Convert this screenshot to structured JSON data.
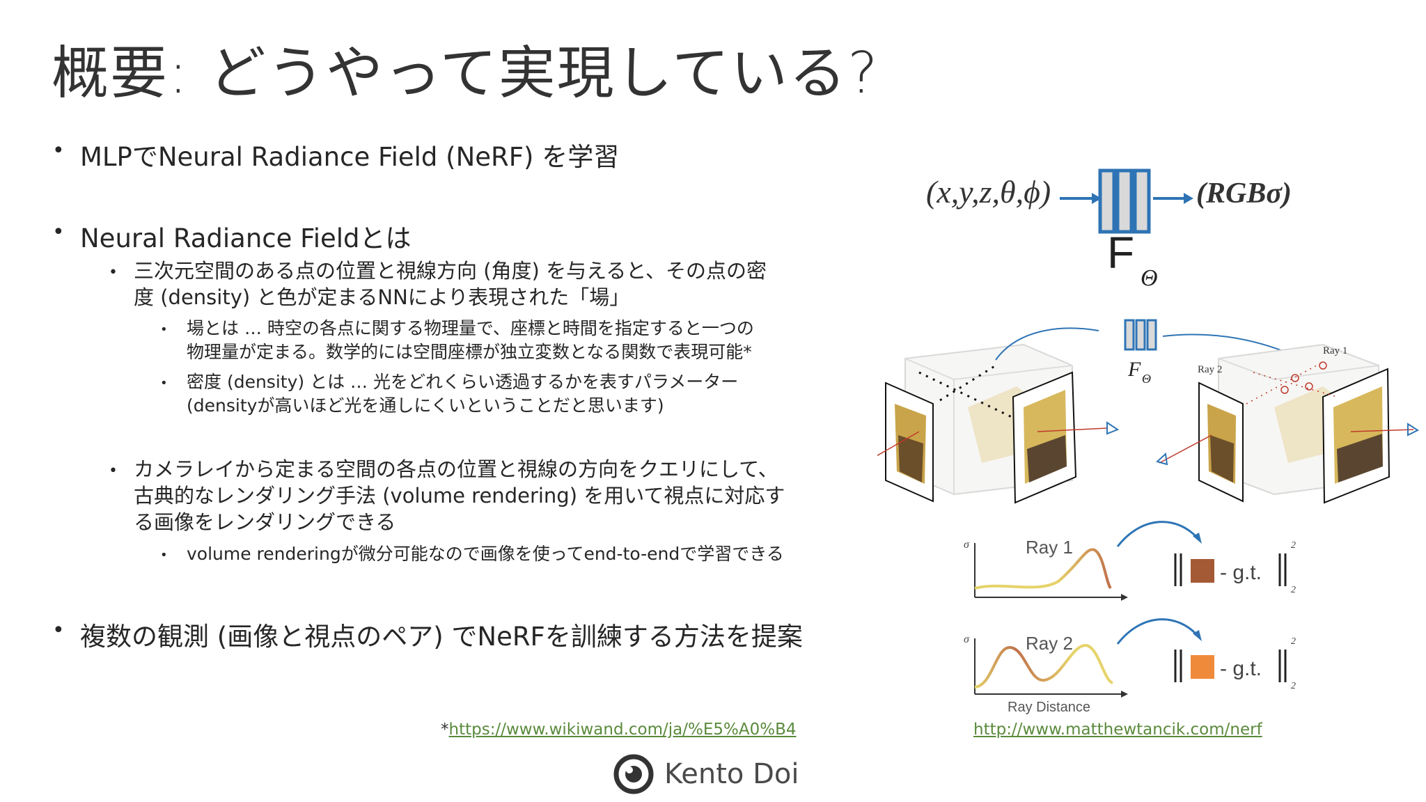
{
  "title": "概要: どうやって実現している?",
  "bullets": {
    "b1": "MLPでNeural Radiance Field (NeRF) を学習",
    "b2": "Neural Radiance Fieldとは",
    "b2_1_line1": "三次元空間のある点の位置と視線方向 (角度) を与えると、その点の密",
    "b2_1_line2": "度 (density) と色が定まるNNにより表現された「場」",
    "b2_1_1_line1": "場とは … 時空の各点に関する物理量で、座標と時間を指定すると一つの",
    "b2_1_1_line2": "物理量が定まる。数学的には空間座標が独立変数となる関数で表現可能*",
    "b2_1_2_line1": "密度 (density) とは … 光をどれくらい透過するかを表すパラメーター",
    "b2_1_2_line2": "(densityが高いほど光を通しにくいということだと思います)",
    "b2_2_line1": "カメラレイから定まる空間の各点の位置と視線の方向をクエリにして、",
    "b2_2_line2": "古典的なレンダリング手法 (volume rendering) を用いて視点に対応す",
    "b2_2_line3": "る画像をレンダリングできる",
    "b2_2_1": "volume renderingが微分可能なので画像を使ってend-to-endで学習できる",
    "b3": "複数の観測 (画像と視点のペア) でNeRFを訓練する方法を提案"
  },
  "footnote": {
    "star": "*",
    "url": "https://www.wikiwand.com/ja/%E5%A0%B4"
  },
  "figure": {
    "input": "(x,y,z,θ,ϕ)",
    "output": "(RGBσ)",
    "f_theta": "F",
    "theta_sub": "Θ",
    "ray1": "Ray 1",
    "ray2": "Ray 2",
    "sigma": "σ",
    "gt": "- g.t.",
    "sup2": "2",
    "ray_distance": "Ray Distance",
    "source_url": "http://www.matthewtancik.com/nerf"
  },
  "logo": {
    "text": "Kento Doi"
  },
  "colors": {
    "mlp_blue": "#2e74b5",
    "mlp_fill": "#d9d9d9",
    "curve1_a": "#e6d36a",
    "curve1_b": "#c0704a",
    "swatch1": "#a45a34",
    "swatch2": "#ef8a3a",
    "link": "#5a8a3c"
  }
}
